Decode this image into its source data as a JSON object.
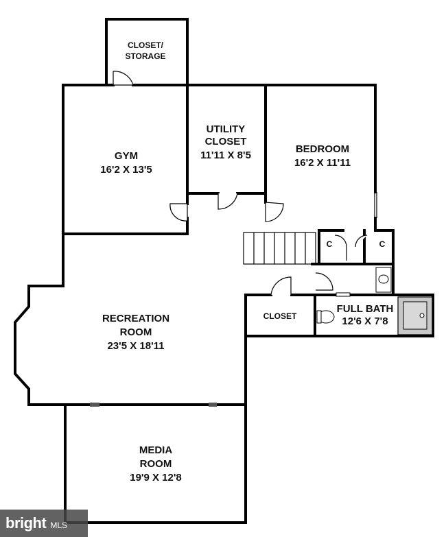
{
  "rooms": {
    "closet_storage": {
      "line1": "CLOSET/",
      "line2": "STORAGE"
    },
    "utility_closet": {
      "line1": "UTILITY",
      "line2": "CLOSET",
      "dims": "11'11 X 8'5"
    },
    "gym": {
      "name": "GYM",
      "dims": "16'2 X 13'5"
    },
    "bedroom": {
      "name": "BEDROOM",
      "dims": "16'2 X 11'11"
    },
    "closet_c1": {
      "name": "C"
    },
    "closet_c2": {
      "name": "C"
    },
    "recreation_room": {
      "line1": "RECREATION",
      "line2": "ROOM",
      "dims": "23'5 X 18'11"
    },
    "closet": {
      "name": "CLOSET"
    },
    "full_bath": {
      "name": "FULL BATH",
      "dims": "12'6 X 7'8"
    },
    "media_room": {
      "line1": "MEDIA",
      "line2": "ROOM",
      "dims": "19'9 X 12'8"
    }
  },
  "watermark": {
    "brand": "bright",
    "suffix": "MLS"
  }
}
